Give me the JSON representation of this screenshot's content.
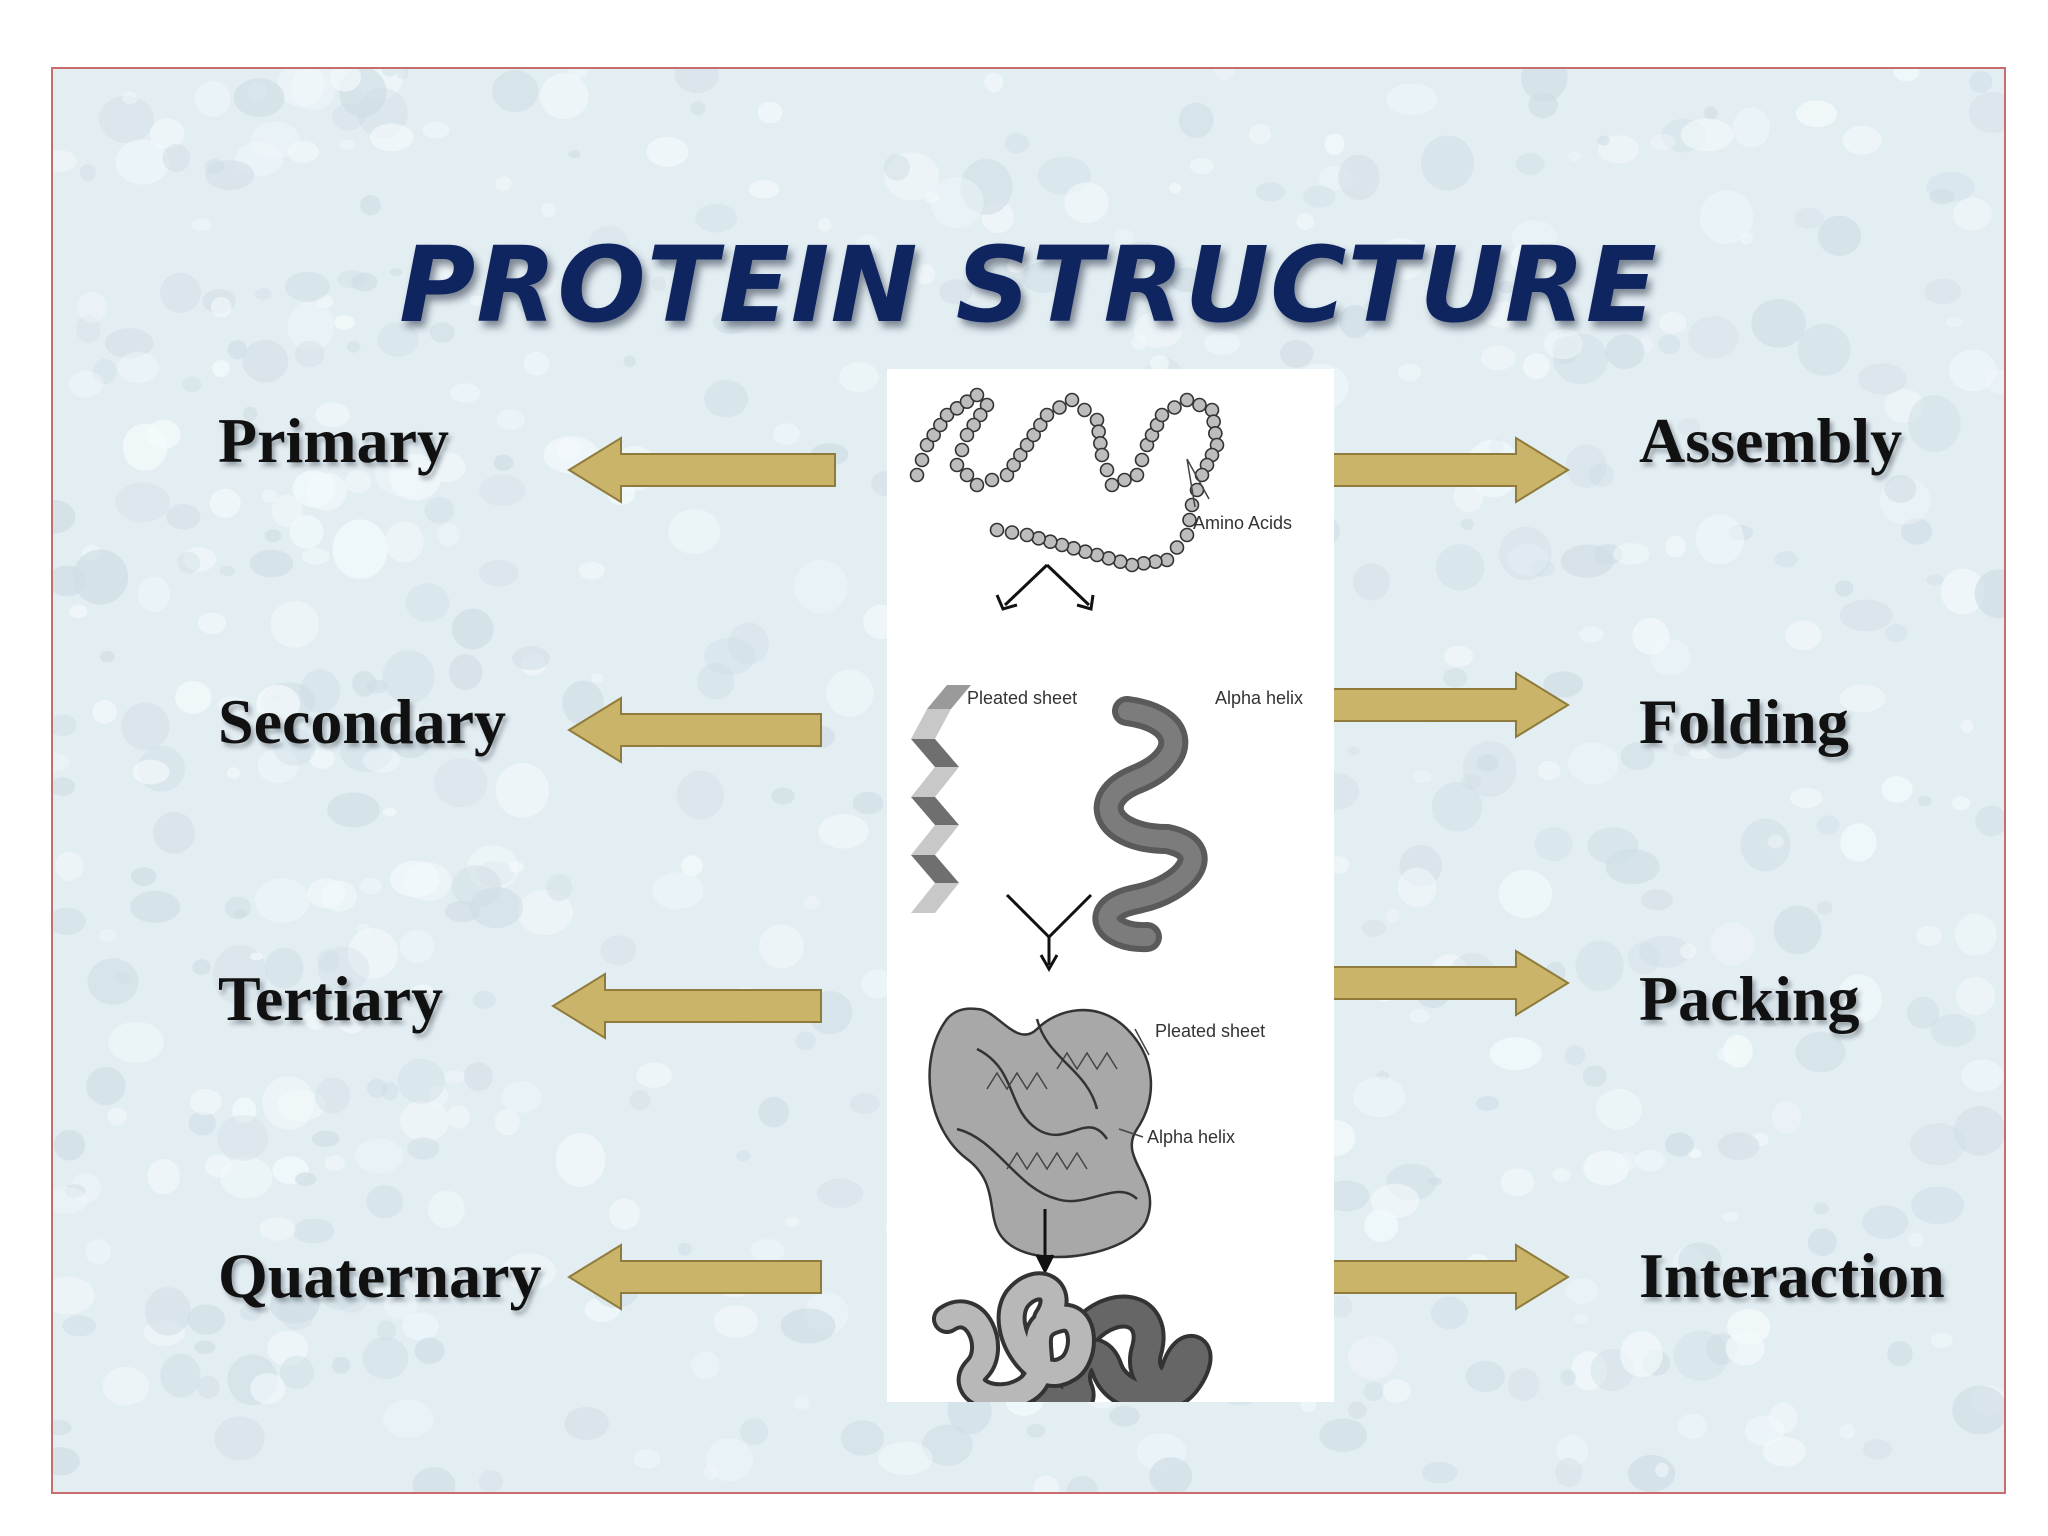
{
  "title": "PROTEIN STRUCTURE",
  "left_labels": [
    "Primary",
    "Secondary",
    "Tertiary",
    "Quaternary"
  ],
  "right_labels": [
    "Assembly",
    "Folding",
    "Packing",
    "Interaction"
  ],
  "figure_labels": {
    "amino_acids": "Amino Acids",
    "pleated_sheet_top": "Pleated sheet",
    "alpha_helix_top": "Alpha helix",
    "pleated_sheet_tertiary": "Pleated sheet",
    "alpha_helix_tertiary": "Alpha helix"
  },
  "colors": {
    "title": "#0f2560",
    "arrow_fill": "#c9b46a",
    "frame_border": "#c86d6d",
    "background": "#e4eff3"
  }
}
